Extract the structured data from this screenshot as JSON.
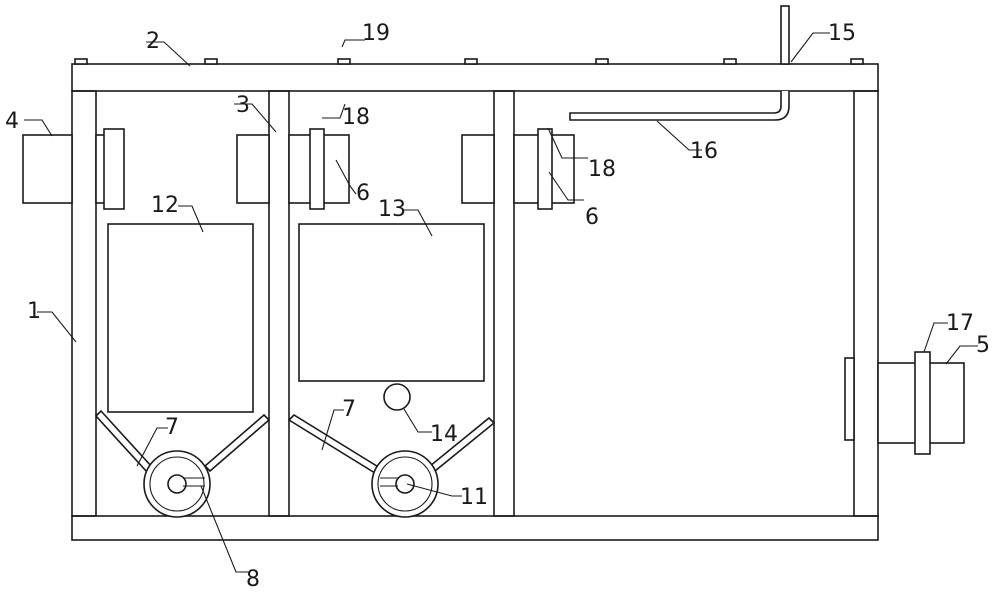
{
  "labels": {
    "l1": "1",
    "l2": "2",
    "l3": "3",
    "l4": "4",
    "l5": "5",
    "l6a": "6",
    "l6b": "6",
    "l7a": "7",
    "l7b": "7",
    "l8": "8",
    "l11": "11",
    "l12": "12",
    "l13": "13",
    "l14": "14",
    "l15": "15",
    "l16": "16",
    "l17": "17",
    "l18a": "18",
    "l18b": "18",
    "l19": "19"
  }
}
